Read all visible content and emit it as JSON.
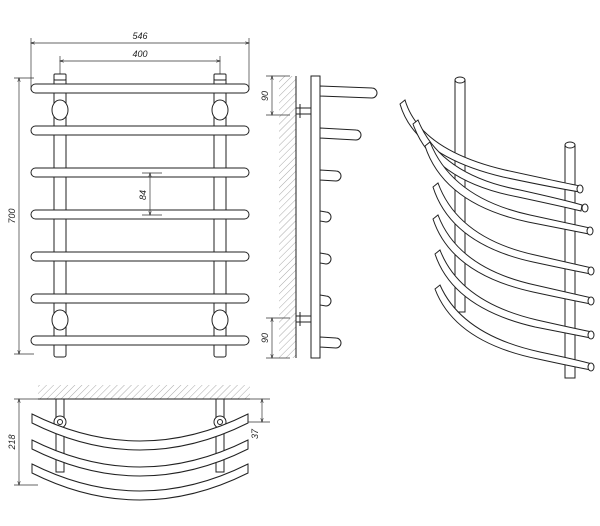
{
  "dimensions": {
    "overall_width": "546",
    "mount_spacing": "400",
    "rail_pitch": "84",
    "overall_height": "700",
    "top_offset": "90",
    "bottom_offset": "90",
    "depth": "218",
    "wall_offset": "37"
  },
  "colors": {
    "line": "#222222",
    "background": "#ffffff",
    "hatch": "#555555"
  }
}
